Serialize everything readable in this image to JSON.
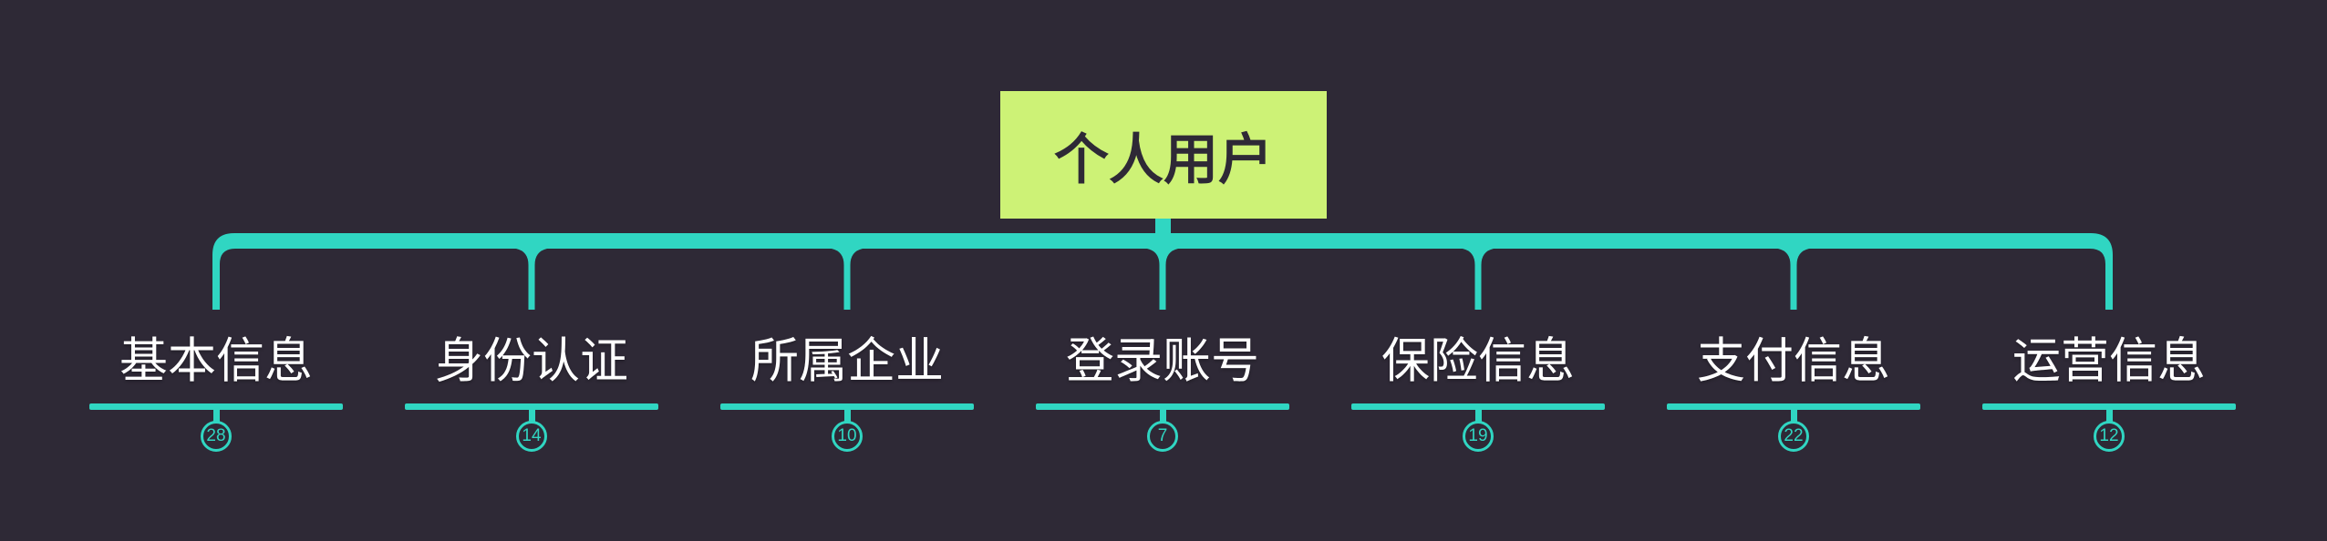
{
  "root": {
    "label": "个人用户"
  },
  "branches": [
    {
      "label": "基本信息",
      "count": "28"
    },
    {
      "label": "身份认证",
      "count": "14"
    },
    {
      "label": "所属企业",
      "count": "10"
    },
    {
      "label": "登录账号",
      "count": "7"
    },
    {
      "label": "保险信息",
      "count": "19"
    },
    {
      "label": "支付信息",
      "count": "22"
    },
    {
      "label": "运营信息",
      "count": "12"
    }
  ],
  "colors": {
    "background": "#2e2936",
    "connector": "#30d6c2",
    "root_fill": "#cdf276",
    "root_text": "#2e2936",
    "branch_text": "#ffffff"
  }
}
